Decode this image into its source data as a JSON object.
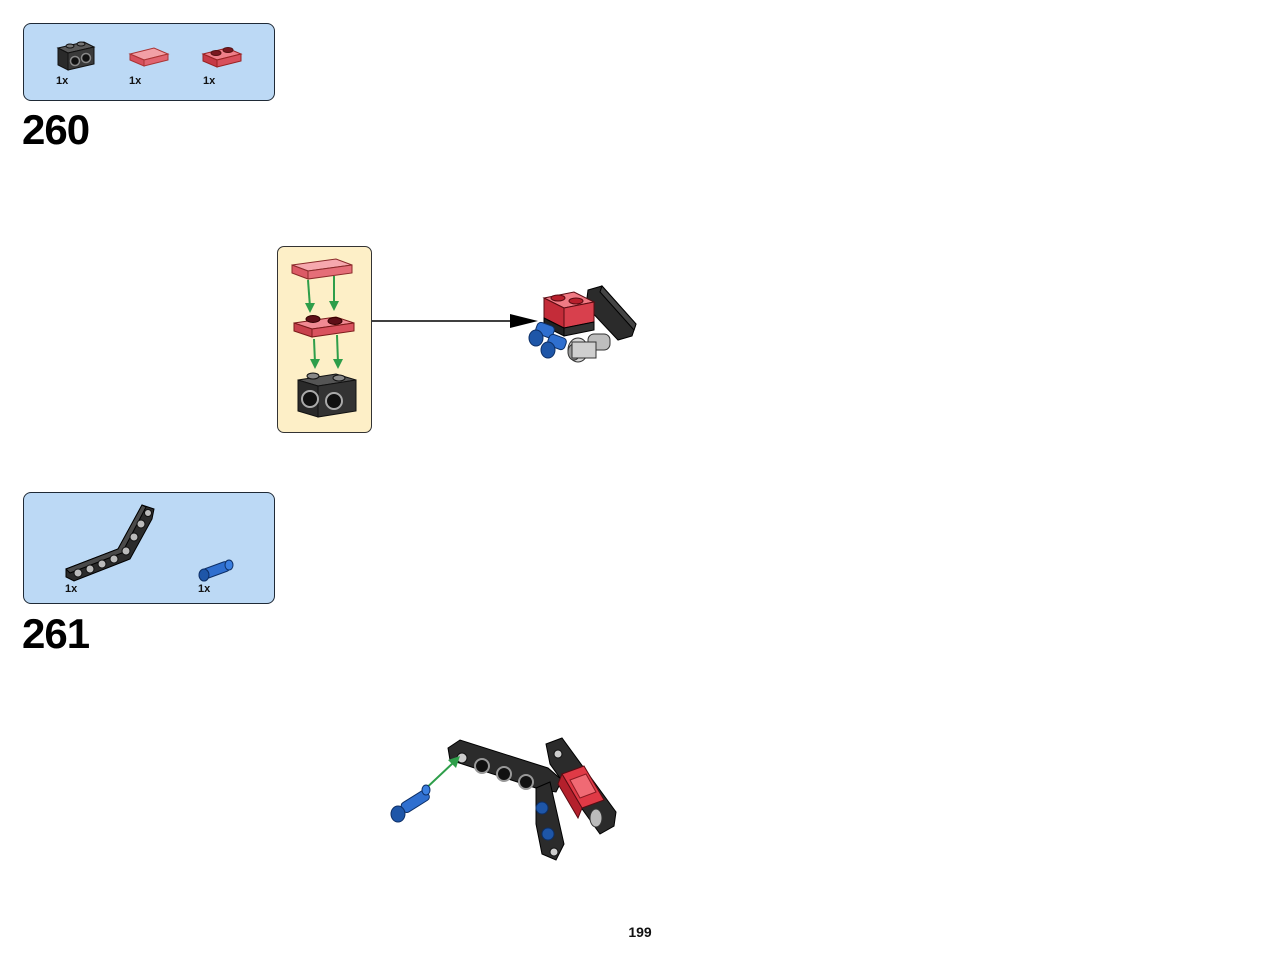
{
  "steps": [
    {
      "number": "260",
      "parts": [
        {
          "icon": "technic-brick-1x2-two-holes-icon",
          "qty": "1x",
          "color": "#3a3a3a"
        },
        {
          "icon": "trans-red-tile-1x2-icon",
          "qty": "1x",
          "color": "#e8646e"
        },
        {
          "icon": "trans-red-plate-1x2-icon",
          "qty": "1x",
          "color": "#d9434f"
        }
      ]
    },
    {
      "number": "261",
      "parts": [
        {
          "icon": "technic-bent-beam-icon",
          "qty": "1x",
          "color": "#2b2b2b"
        },
        {
          "icon": "blue-connector-pin-icon",
          "qty": "1x",
          "color": "#1f5fb8"
        }
      ]
    }
  ],
  "colors": {
    "parts_box_bg": "#bcd9f5",
    "subassembly_bg": "#fdefc7",
    "arrow_green": "#2e9e4a"
  },
  "page_number": "199"
}
